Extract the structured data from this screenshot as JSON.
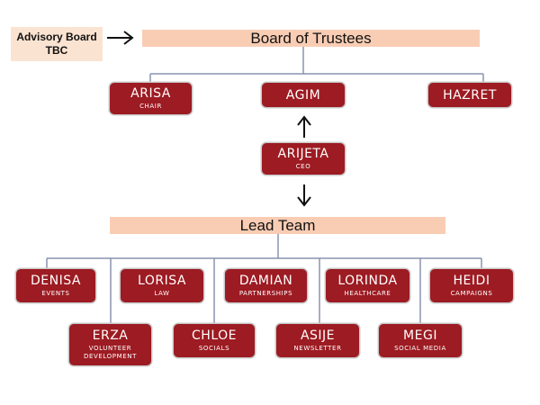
{
  "advisory": {
    "line1": "Advisory Board",
    "line2": "TBC"
  },
  "board": {
    "title": "Board of Trustees"
  },
  "lead": {
    "title": "Lead Team"
  },
  "trustees": [
    {
      "name": "ARISA",
      "role": "CHAIR"
    },
    {
      "name": "AGIM",
      "role": ""
    },
    {
      "name": "HAZRET",
      "role": ""
    }
  ],
  "ceo": {
    "name": "ARIJETA",
    "role": "CEO"
  },
  "team_row1": [
    {
      "name": "DENISA",
      "role": "EVENTS"
    },
    {
      "name": "LORISA",
      "role": "LAW"
    },
    {
      "name": "DAMIAN",
      "role": "PARTNERSHIPS"
    },
    {
      "name": "LORINDA",
      "role": "HEALTHCARE"
    },
    {
      "name": "HEIDI",
      "role": "CAMPAIGNS"
    }
  ],
  "team_row2": [
    {
      "name": "ERZA",
      "role": "VOLUNTEER DEVELOPMENT"
    },
    {
      "name": "CHLOE",
      "role": "SOCIALS"
    },
    {
      "name": "ASIJE",
      "role": "NEWSLETTER"
    },
    {
      "name": "MEGI",
      "role": "SOCIAL MEDIA"
    }
  ],
  "colors": {
    "box": "#9d1b22",
    "banner": "#f9cdb4",
    "advisory": "#fbe3d1",
    "connector": "#8a93b0"
  }
}
